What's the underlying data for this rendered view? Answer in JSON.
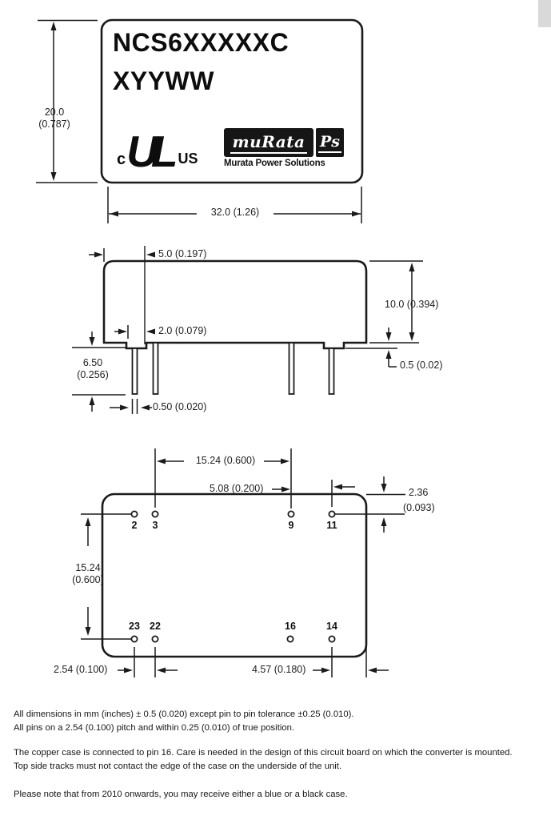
{
  "top_view": {
    "part_number": "NCS6XXXXXC",
    "date_code": "XYYWW",
    "ul_mark": {
      "c": "c",
      "ul": "UL",
      "us": "US"
    },
    "logo": {
      "brand": "muRata",
      "ps": "Ps",
      "tagline": "Murata Power Solutions"
    },
    "dim_height": {
      "mm": "20.0",
      "inch": "(0.787)"
    },
    "dim_width": "32.0 (1.26)"
  },
  "side_view": {
    "dim_pin1_offset": "5.0 (0.197)",
    "dim_edge_offset": "2.0 (0.079)",
    "dim_body_height": "10.0 (0.394)",
    "dim_standoff": "0.5 (0.02)",
    "dim_pin_length": {
      "mm": "6.50",
      "inch": "(0.256)"
    },
    "dim_pin_width": "0.50 (0.020)"
  },
  "bottom_view": {
    "pins_top": [
      "2",
      "3",
      "9",
      "11"
    ],
    "pins_bottom": [
      "23",
      "22",
      "16",
      "14"
    ],
    "dim_pin_row_span": "15.24 (0.600)",
    "dim_pin_gap": "5.08 (0.200)",
    "dim_edge_to_pin": {
      "mm": "2.36",
      "inch": "(0.093)"
    },
    "dim_row_spacing": {
      "mm": "15.24",
      "inch": "(0.600)"
    },
    "dim_pitch": "2.54 (0.100)",
    "dim_corner_gap": "4.57 (0.180)"
  },
  "notes": [
    "All dimensions in mm (inches) ± 0.5 (0.020) except pin to pin tolerance ±0.25 (0.010).",
    "All pins on a 2.54 (0.100) pitch and within 0.25 (0.010) of true position.",
    "The copper case is connected to pin 16. Care is needed in the design of this circuit board on which the converter is mounted.",
    "Top side tracks must not contact the edge of the case on the underside of the unit.",
    "Please note that from 2010 onwards, you may receive either a blue or a black case."
  ],
  "colors": {
    "line": "#1b1b1b",
    "logo_bg": "#161616",
    "scan_corner": "#d9d9d9"
  }
}
